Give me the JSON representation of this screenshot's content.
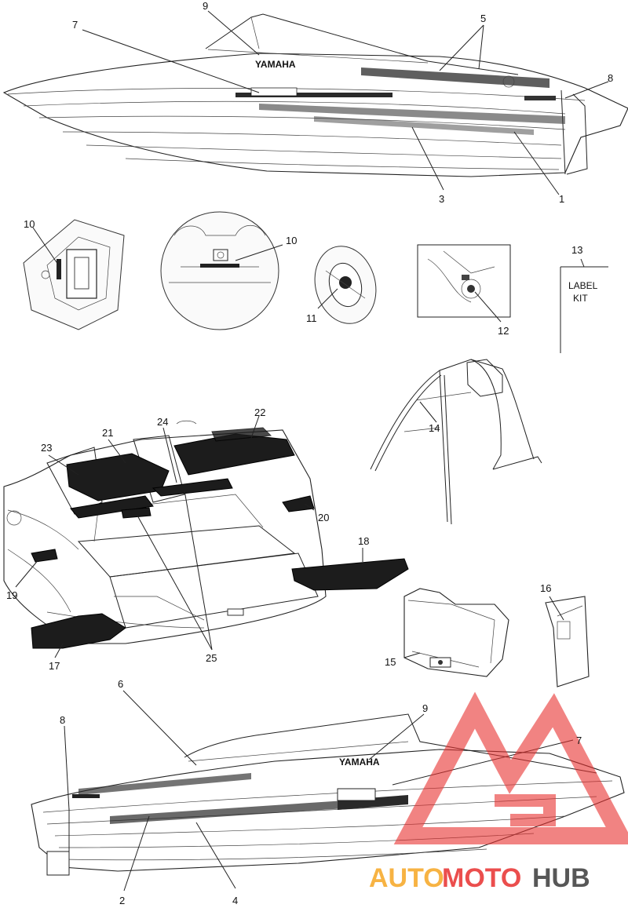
{
  "callouts": {
    "c1": "1",
    "c2": "2",
    "c3": "3",
    "c4": "4",
    "c5": "5",
    "c6": "6",
    "c7_top": "7",
    "c7_bot": "7",
    "c8_top": "8",
    "c8_bot": "8",
    "c9_top": "9",
    "c9_bot": "9",
    "c10_left": "10",
    "c10_right": "10",
    "c11": "11",
    "c12": "12",
    "c13": "13",
    "c14": "14",
    "c15": "15",
    "c16": "16",
    "c17": "17",
    "c18": "18",
    "c19": "19",
    "c20": "20",
    "c21": "21",
    "c22": "22",
    "c23": "23",
    "c24": "24",
    "c25": "25"
  },
  "label_kit": {
    "line1": "LABEL",
    "line2": "KIT"
  },
  "decals": {
    "brand_top": "YAMAHA",
    "brand_bot": "YAMAHA"
  },
  "watermark": {
    "part1": "AUTO",
    "part2": "MOTO",
    "part3": "HUB"
  },
  "colors": {
    "watermark_red": "#e8302f",
    "watermark_orange": "#f6a623",
    "watermark_dark": "#3a3a3a"
  }
}
